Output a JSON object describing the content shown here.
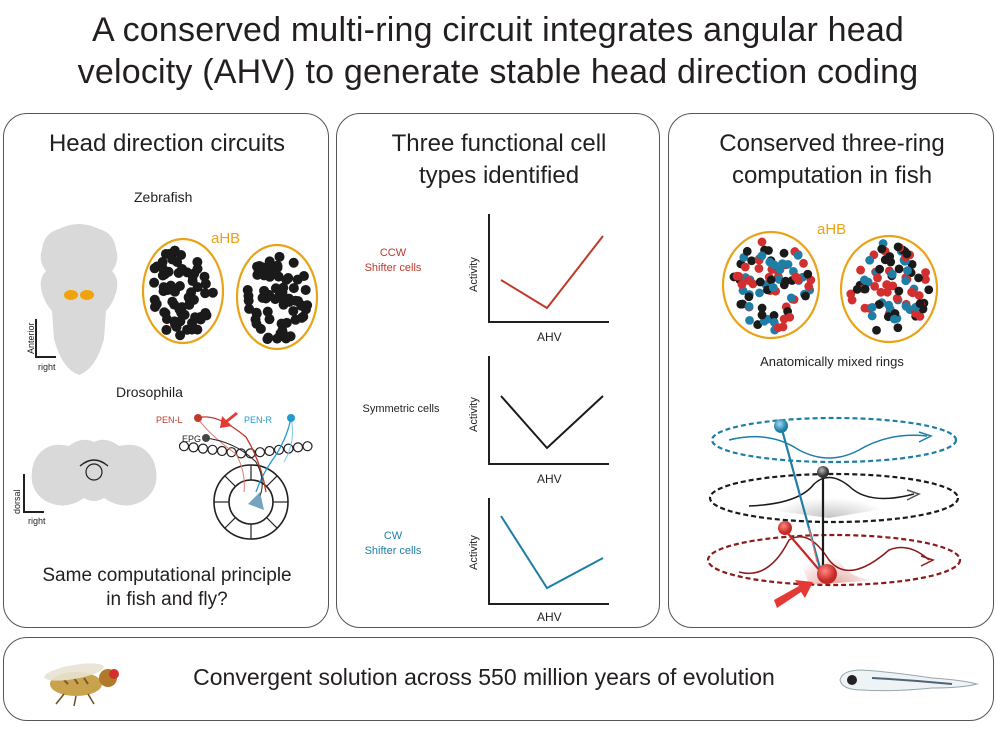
{
  "title": {
    "line1": "A conserved multi-ring circuit integrates angular head",
    "line2": "velocity (AHV) to generate stable head direction coding"
  },
  "panel1": {
    "heading": "Head direction circuits",
    "zebrafish_label": "Zebrafish",
    "ahb_label": "aHB",
    "anterior_label": "Anterior",
    "right_label": "right",
    "drosophila_label": "Drosophila",
    "penl_label": "PEN-L",
    "penr_label": "PEN-R",
    "epg_label": "EPG",
    "dorsal_label": "dorsal",
    "right_label_2": "right",
    "question_line1": "Same computational principle",
    "question_line2": "in fish and fly?"
  },
  "panel2": {
    "heading_line1": "Three functional cell",
    "heading_line2": "types identified",
    "plots": [
      {
        "label_line1": "CCW",
        "label_line2": "Shifter cells",
        "ylabel": "Activity",
        "xlabel": "AHV"
      },
      {
        "label_line1": "Symmetric cells",
        "label_line2": "",
        "ylabel": "Activity",
        "xlabel": "AHV"
      },
      {
        "label_line1": "CW",
        "label_line2": "Shifter cells",
        "ylabel": "Activity",
        "xlabel": "AHV"
      }
    ]
  },
  "panel3": {
    "heading_line1": "Conserved three-ring",
    "heading_line2": "computation in fish",
    "ahb_label": "aHB",
    "mixed_label": "Anatomically mixed rings"
  },
  "bottom": {
    "text": "Convergent solution across 550 million years of evolution"
  },
  "colors": {
    "ccw_red": "#c0392b",
    "cw_blue": "#1f7ea6",
    "ahb_orange": "#e8a317",
    "symmetric_black": "#1a1a1a"
  }
}
